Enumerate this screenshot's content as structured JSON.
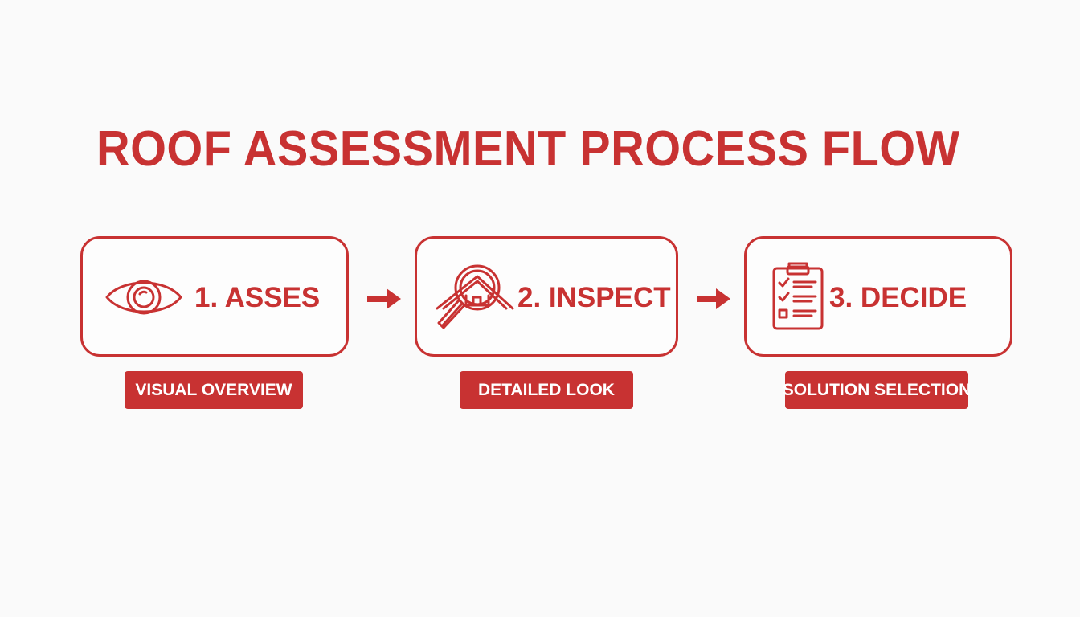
{
  "title": "ROOF ASSESSMENT PROCESS FLOW",
  "accent_color": "#c83232",
  "steps": [
    {
      "label": "1. ASSES",
      "tag": "VISUAL OVERVIEW",
      "icon": "eye-icon"
    },
    {
      "label": "2. INSPECT",
      "tag": "DETAILED LOOK",
      "icon": "magnifier-house-icon"
    },
    {
      "label": "3. DECIDE",
      "tag": "SOLUTION SELECTION",
      "icon": "clipboard-checklist-icon"
    }
  ],
  "connectors": [
    "arrow-right-icon",
    "arrow-right-icon"
  ]
}
